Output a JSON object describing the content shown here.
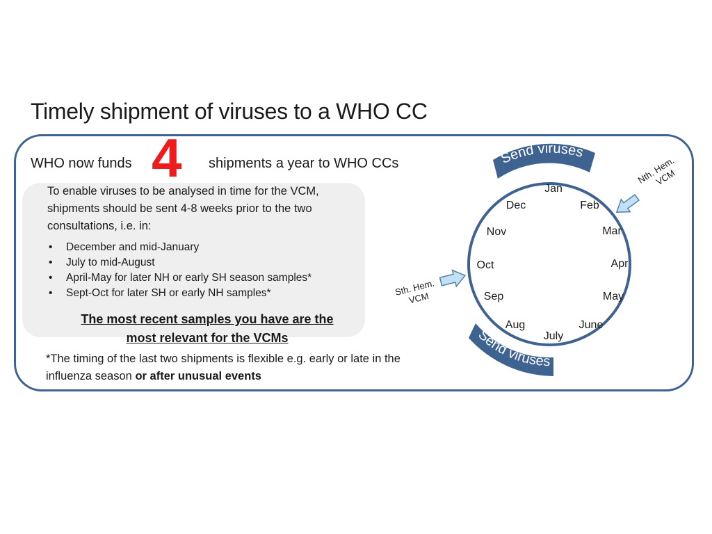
{
  "title": "Timely shipment of viruses to a WHO CC",
  "funds": {
    "prefix": "WHO now funds",
    "count": "4",
    "suffix": "shipments  a year to WHO CCs"
  },
  "intro": "To enable viruses to be analysed in time for the VCM, shipments should be sent 4-8 weeks prior to the two consultations, i.e. in:",
  "bullets": [
    "December and mid-January",
    "July to mid-August",
    "April-May for later NH or early SH season samples*",
    "Sept-Oct for later SH or early NH samples*"
  ],
  "highlight": {
    "line1": "The most recent samples you have are the",
    "line2": "most relevant for the VCMs"
  },
  "footnote": {
    "normal": "*The timing of the last two shipments is flexible e.g. early or late in the influenza season ",
    "bold": "or after unusual events"
  },
  "calendar": {
    "months": [
      "Jan",
      "Feb",
      "Mar",
      "Apr",
      "May",
      "June",
      "July",
      "Aug",
      "Sep",
      "Oct",
      "Nov",
      "Dec"
    ],
    "banner_top": "Send viruses",
    "banner_bottom": "Send viruses",
    "nth_label": {
      "line1": "Nth. Hem.",
      "line2": "VCM"
    },
    "sth_label": {
      "line1": "Sth. Hem.",
      "line2": "VCM"
    },
    "colors": {
      "ring": "#3f6391",
      "banner": "#3f6391",
      "arrow_fill": "#c3e1f4",
      "arrow_stroke": "#4f7fae"
    }
  }
}
